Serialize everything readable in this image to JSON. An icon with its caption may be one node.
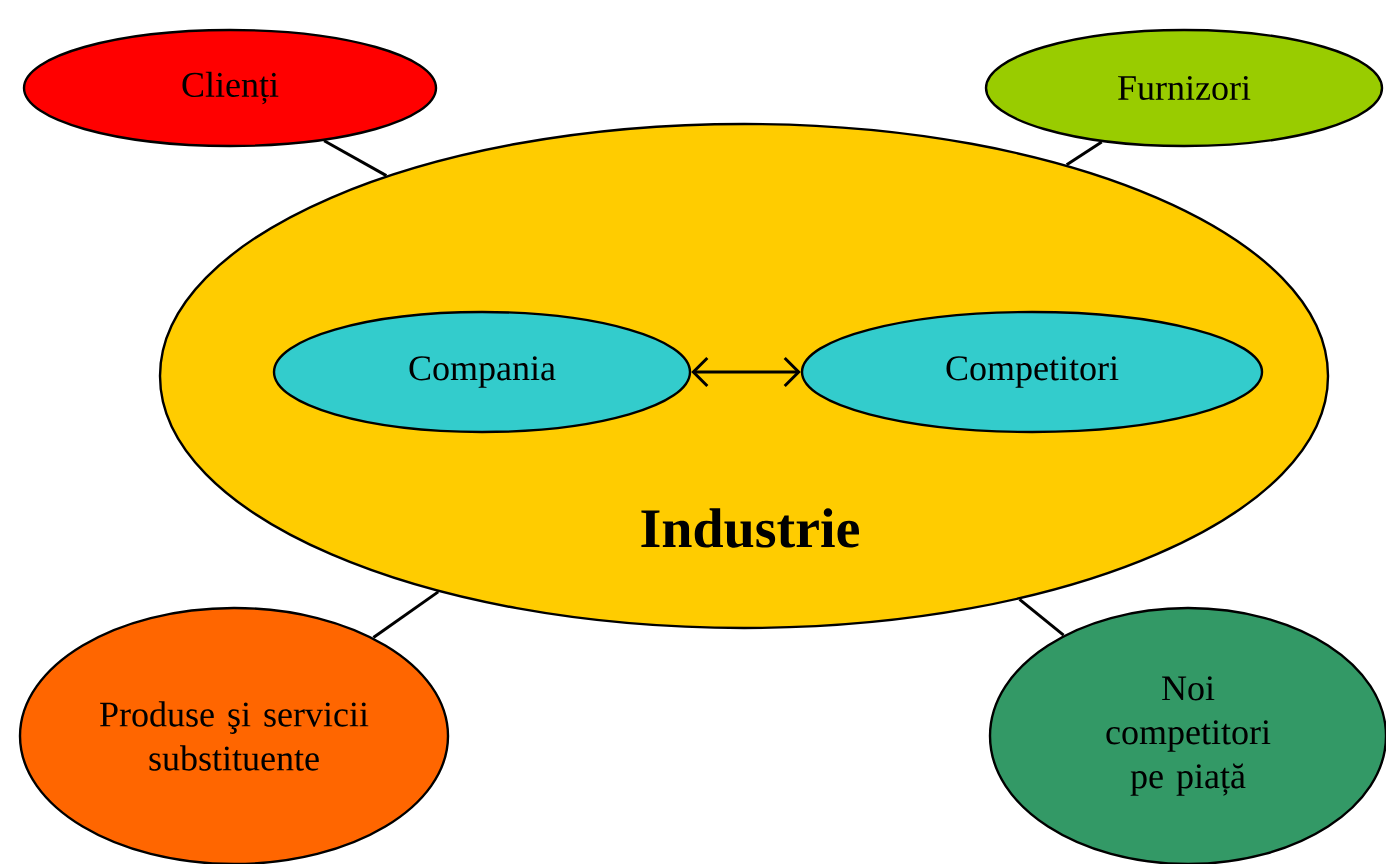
{
  "diagram": {
    "nodes": [
      {
        "text": [
          "Clienți"
        ]
      },
      {
        "text": [
          "Furnizori"
        ]
      },
      {
        "text": [
          "Industrie"
        ]
      },
      {
        "text": [
          "Compania"
        ],
        "in": 2
      },
      {
        "text": [
          "Competitori"
        ],
        "in": 2
      },
      {
        "text": [
          "Produse şi servicii substituente"
        ]
      },
      {
        "text": [
          "Noi competitori pe piață"
        ]
      }
    ],
    "edges": [
      {
        "from": 0,
        "to": 2,
        "arrow": "none"
      },
      {
        "from": 1,
        "to": 2,
        "arrow": "none"
      },
      {
        "from": 3,
        "to": 4,
        "arrow": "both"
      },
      {
        "from": 2,
        "to": 5,
        "arrow": "none"
      },
      {
        "from": 2,
        "to": 6,
        "arrow": "none"
      }
    ]
  }
}
